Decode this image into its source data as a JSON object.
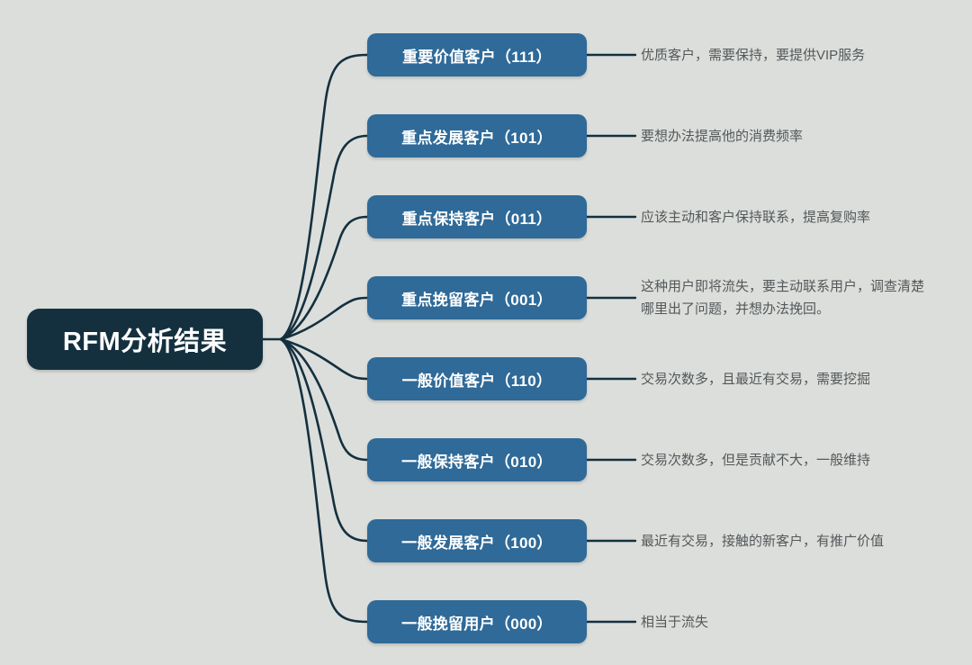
{
  "diagram": {
    "type": "mind-map",
    "background_color": "#dcdedb",
    "root": {
      "label": "RFM分析结果",
      "fill_color": "#14303f",
      "text_color": "#ffffff"
    },
    "branch_style": {
      "fill_color": "#2f6a98",
      "text_color": "#ffffff",
      "connector_color": "#14303f",
      "description_color": "#53585a"
    },
    "branches": [
      {
        "label": "重要价值客户（111）",
        "code": "111",
        "name": "重要价值客户",
        "description": "优质客户，需要保持，要提供VIP服务"
      },
      {
        "label": "重点发展客户（101）",
        "code": "101",
        "name": "重点发展客户",
        "description": "要想办法提高他的消费频率"
      },
      {
        "label": "重点保持客户（011）",
        "code": "011",
        "name": "重点保持客户",
        "description": "应该主动和客户保持联系，提高复购率"
      },
      {
        "label": "重点挽留客户（001）",
        "code": "001",
        "name": "重点挽留客户",
        "description": "这种用户即将流失，要主动联系用户，调查清楚\n哪里出了问题，并想办法挽回。"
      },
      {
        "label": "一般价值客户（110）",
        "code": "110",
        "name": "一般价值客户",
        "description": "交易次数多，且最近有交易，需要挖掘"
      },
      {
        "label": "一般保持客户（010）",
        "code": "010",
        "name": "一般保持客户",
        "description": "交易次数多，但是贡献不大，一般维持"
      },
      {
        "label": "一般发展客户（100）",
        "code": "100",
        "name": "一般发展客户",
        "description": "最近有交易，接触的新客户，有推广价值"
      },
      {
        "label": "一般挽留用户（000）",
        "code": "000",
        "name": "一般挽留用户",
        "description": "相当于流失"
      }
    ]
  }
}
